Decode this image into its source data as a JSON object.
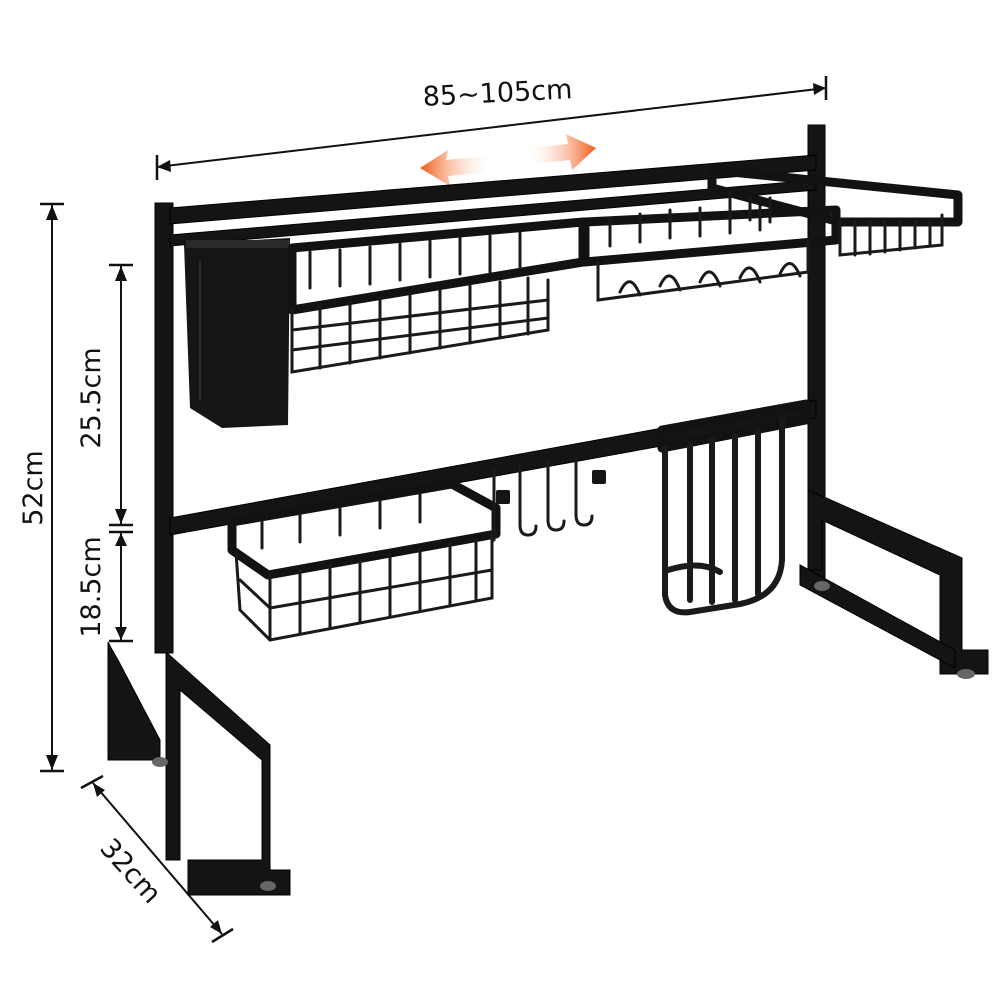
{
  "image": {
    "subject": "over-sink dish drying rack",
    "background_color": "#ffffff",
    "frame_color": "#141414",
    "arrow_color": "#f05a14"
  },
  "dimensions": {
    "width_label": "85~105cm",
    "height_label": "52cm",
    "upper_gap_label": "25.5cm",
    "lower_gap_label": "18.5cm",
    "depth_label": "32cm"
  },
  "icons": {
    "expand_arrows": "left-right-arrow-icon"
  }
}
